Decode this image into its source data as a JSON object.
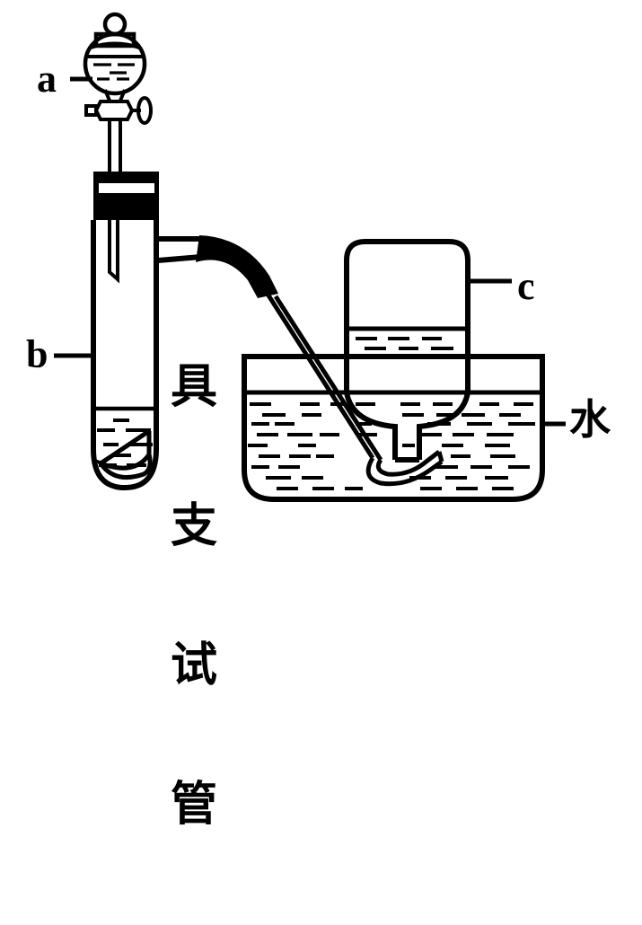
{
  "diagram": {
    "title": "Gas generation and collection apparatus (side-arm test tube with water displacement)",
    "background_color": "#ffffff",
    "line_color": "#000000",
    "labels": {
      "a": "a",
      "b": "b",
      "c": "c",
      "water": "水",
      "side_arm_test_tube": "具支试管",
      "side_arm_test_tube_chars": [
        "具",
        "支",
        "试",
        "管"
      ]
    },
    "components": {
      "separatory_funnel": {
        "name": "a",
        "description": "dropping funnel with bulb, stopper knob and stopcock"
      },
      "side_arm_test_tube": {
        "name": "b",
        "description": "side-arm test tube with black rubber stopper containing liquid"
      },
      "gas_collection_bottle": {
        "name": "c",
        "description": "inverted gas collecting bottle partially filled with water"
      },
      "water_trough": {
        "name": "水",
        "description": "pneumatic trough filled with water"
      },
      "delivery_tube": {
        "description": "black rubber connector into glass delivery tube"
      }
    }
  }
}
